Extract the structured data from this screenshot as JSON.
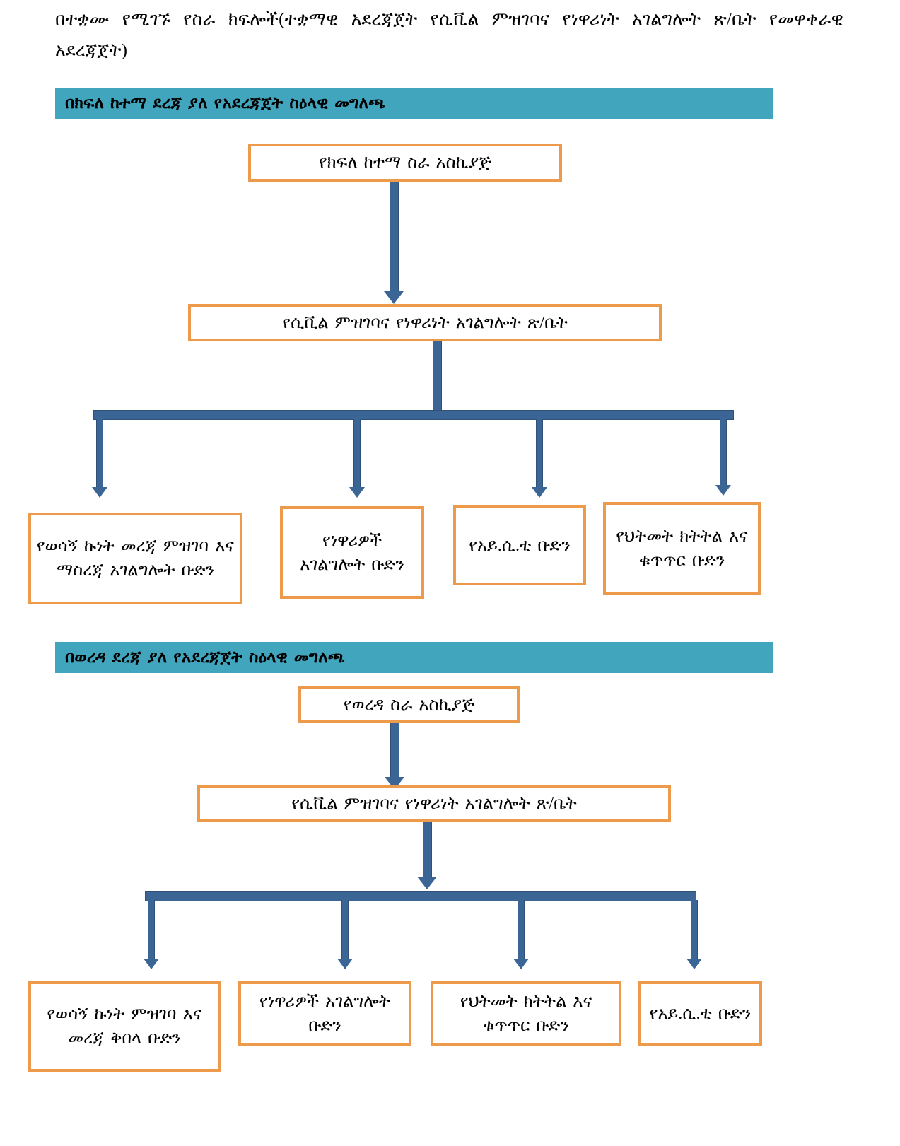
{
  "document": {
    "intro_paragraph": "በተቋሙ የሚገኙ የስራ ክፍሎች(ተቋማዊ አደረጃጀት የሲቪል ምዝገባና የነዋሪነት አገልግሎት ጽ/ቤት የመዋቀራዊ አደረጃጀት)"
  },
  "colors": {
    "section_bar": "#42A5BE",
    "box_border": "#ED9A4B",
    "connector": "#3B6595",
    "text": "#000000",
    "background": "#FFFFFF"
  },
  "sections": [
    {
      "id": "kifle-ketema",
      "header": "በክፍለ ከተማ ደረጃ ያለ የአደረጃጀት ስዕላዊ መግለጫ",
      "level1": "የክፍለ ከተማ ስራ አስኪያጅ",
      "level2": "የሲቪል ምዝገባና የነዋሪነት አገልግሎት ጽ/ቤት",
      "units": [
        "የወሳኝ ኩነት መረጃ ምዝገባ እና ማስረጃ አገልግሎት ቡድን",
        "የነዋሪዎች አገልግሎት ቡድን",
        "የአይ.ሲ.ቲ ቡድን",
        "የህትመት ክትትል እና ቁጥጥር ቡድን"
      ]
    },
    {
      "id": "wereda",
      "header": "በወረዳ ደረጃ ያለ የአደረጃጀት ስዕላዊ መግለጫ",
      "level1": "የወረዳ ስራ አስኪያጅ",
      "level2": "የሲቪል ምዝገባና የነዋሪነት አገልግሎት ጽ/ቤት",
      "units": [
        "የወሳኝ ኩነት ምዝገባ እና መረጃ ቅበላ ቡድን",
        "የነዋሪዎች አገልግሎት ቡድን",
        "የህትመት ክትትል እና ቁጥጥር ቡድን",
        "የአይ.ሲ.ቲ ቡድን"
      ]
    }
  ]
}
